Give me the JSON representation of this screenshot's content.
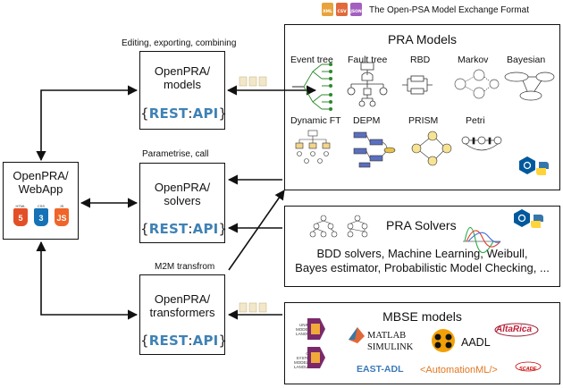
{
  "header": {
    "format_caption": "The Open-PSA Model Exchange Format",
    "format_icons": [
      "XML",
      "CSV",
      "JSON"
    ]
  },
  "webapp": {
    "title_line1": "OpenPRA/",
    "title_line2": "WebApp",
    "badges": [
      "HTML",
      "CSS",
      "JS"
    ]
  },
  "models": {
    "title_line1": "OpenPRA/",
    "title_line2": "models",
    "annotation": "Editing, exporting, combining"
  },
  "solvers": {
    "title_line1": "OpenPRA/",
    "title_line2": "solvers",
    "annotation": "Parametrise, call"
  },
  "transformers": {
    "title_line1": "OpenPRA/",
    "title_line2": "transformers",
    "annotation": "M2M transfrom"
  },
  "rest_api": {
    "open": "{",
    "text": "REST",
    "colon": ":",
    "api": "API",
    "close": "}"
  },
  "pra_models": {
    "title": "PRA Models",
    "items": [
      "Event tree",
      "Fault tree",
      "RBD",
      "Markov",
      "Bayesian",
      "Dynamic FT",
      "DEPM",
      "PRISM",
      "Petri"
    ]
  },
  "pra_solvers": {
    "title": "PRA Solvers",
    "line1": "BDD solvers, Machine Learning, Weibull,",
    "line2": "Bayes estimator, Probabilistic Model Checking, ..."
  },
  "mbse": {
    "title": "MBSE models",
    "tools": [
      "MATLAB",
      "SIMULINK",
      "AADL",
      "EAST-ADL",
      "<AutomationML/>",
      "SCADE",
      "AltaRica"
    ],
    "uml_text": [
      "UNIFIED",
      "MODELING",
      "LANGUAGE"
    ],
    "sysml_text": [
      "OMG",
      "SYSTEMS",
      "MODELING",
      "LANGUAGE"
    ]
  },
  "colors": {
    "rest_blue": "#3f82b5",
    "html_orange": "#e34f26",
    "css_blue": "#1572b6",
    "js_orange": "#f06529"
  }
}
